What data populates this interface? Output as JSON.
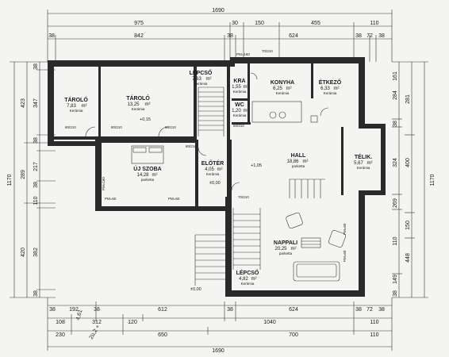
{
  "dimensions": {
    "top_total": "1690",
    "top_row2": [
      "975",
      "30",
      "150",
      "455",
      "110"
    ],
    "top_row3": [
      "38",
      "842",
      "38",
      "624",
      "38",
      "72",
      "38"
    ],
    "bottom_row1": [
      "38",
      "192",
      "38",
      "612",
      "38",
      "624",
      "38",
      "72",
      "38"
    ],
    "bottom_row2": [
      "108",
      "312",
      "120",
      "1040",
      "110"
    ],
    "bottom_row3": [
      "230",
      "650",
      "700",
      "110"
    ],
    "bottom_total": "1690",
    "left_outer": "1170",
    "left_inner": [
      "38",
      "347",
      "38",
      "217",
      "38",
      "110",
      "382",
      "38"
    ],
    "left_mid": [
      "423",
      "289",
      "420"
    ],
    "right_inner": [
      "161",
      "284",
      "38",
      "324",
      "269",
      "110",
      "149",
      "38"
    ],
    "right_mid": [
      "281",
      "400",
      "150",
      "448"
    ],
    "right_outer": "1170",
    "window_codes": [
      "PM=160",
      "PM=60",
      "PM=60",
      "PM=60",
      "PM=60",
      "PM=160"
    ],
    "door_codes": [
      "80/210",
      "80/210",
      "80/210",
      "80/210",
      "70/210",
      "60/210",
      "70/210"
    ]
  },
  "rooms": [
    {
      "id": "taroló-1",
      "name": "TÁROLÓ",
      "area": "7,83",
      "unit": "m²",
      "material": "Kerámia"
    },
    {
      "id": "taroló-2",
      "name": "TÁROLÓ",
      "area": "13,25",
      "unit": "m²",
      "material": "Kerámia"
    },
    {
      "id": "lepcso-top",
      "name": "LÉPCSŐ",
      "area": "7,63",
      "unit": "m²",
      "material": "Kerámia"
    },
    {
      "id": "kamra",
      "name": "KRA",
      "area": "1,55",
      "unit": "m²",
      "material": "Kerámia"
    },
    {
      "id": "konyha",
      "name": "KONYHA",
      "area": "6,25",
      "unit": "m²",
      "material": "Kerámia"
    },
    {
      "id": "etkezo",
      "name": "ÉTKEZŐ",
      "area": "6,33",
      "unit": "m²",
      "material": "Kerámia"
    },
    {
      "id": "wc",
      "name": "WC",
      "area": "1,20",
      "unit": "m²",
      "material": "Kerámia"
    },
    {
      "id": "uj-szoba",
      "name": "ÚJ SZOBA",
      "area": "14,28",
      "unit": "m²",
      "material": "parketta"
    },
    {
      "id": "eloter",
      "name": "ELŐTÉR",
      "area": "4,05",
      "unit": "m²",
      "material": "Kerámia"
    },
    {
      "id": "hall",
      "name": "HALL",
      "area": "18,86",
      "unit": "m²",
      "material": "parketta"
    },
    {
      "id": "telik",
      "name": "TÉLIK.",
      "area": "5,67",
      "unit": "m²",
      "material": "Kerámia"
    },
    {
      "id": "nappali",
      "name": "NAPPALI",
      "area": "20,25",
      "unit": "m²",
      "material": "parketta"
    },
    {
      "id": "lepcso-bottom",
      "name": "LÉPCSŐ",
      "area": "4,82",
      "unit": "m²",
      "material": "Kerámia"
    }
  ],
  "levels": {
    "taroló": "+0,15",
    "eloter": "±0,00",
    "hall": "+1,05",
    "entrance": "±0,00"
  },
  "handwriting": [
    "4,61",
    "2ü,2 +"
  ]
}
